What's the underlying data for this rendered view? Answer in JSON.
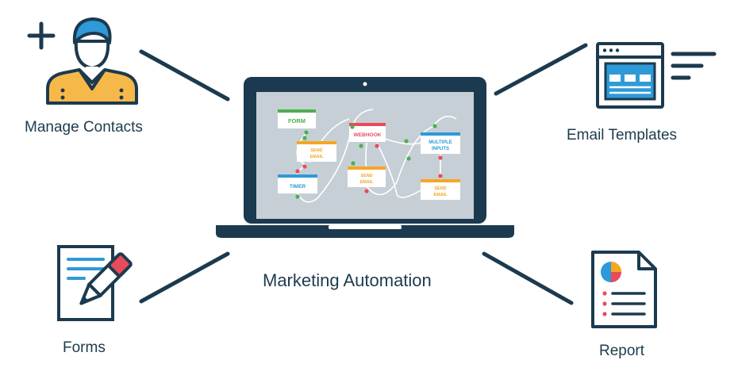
{
  "diagram": {
    "center_label": "Marketing Automation",
    "labels": {
      "manage_contacts": "Manage Contacts",
      "email_templates": "Email Templates",
      "forms": "Forms",
      "report": "Report"
    },
    "screen_nodes": {
      "form": "FORM",
      "send_email_1_line1": "SEND",
      "send_email_1_line2": "EMAIL",
      "timer": "TIMER",
      "webhook": "WEBHOOK",
      "send_email_2_line1": "SEND",
      "send_email_2_line2": "EMAIL",
      "multiple_inputs_line1": "MULTIPLE",
      "multiple_inputs_line2": "INPUTS",
      "send_email_3_line1": "SEND",
      "send_email_3_line2": "EMAIL"
    }
  },
  "colors": {
    "navy": "#1c3a4f",
    "screen": "#c6cfd6",
    "accent_orange": "#f5a623",
    "accent_red": "#e94b5b",
    "accent_blue": "#2e9ad8",
    "accent_green": "#4caf50",
    "skin_orange": "#f7b84a"
  },
  "icons": [
    "user-plus-icon",
    "email-template-icon",
    "form-pen-icon",
    "report-document-icon",
    "laptop-icon"
  ]
}
